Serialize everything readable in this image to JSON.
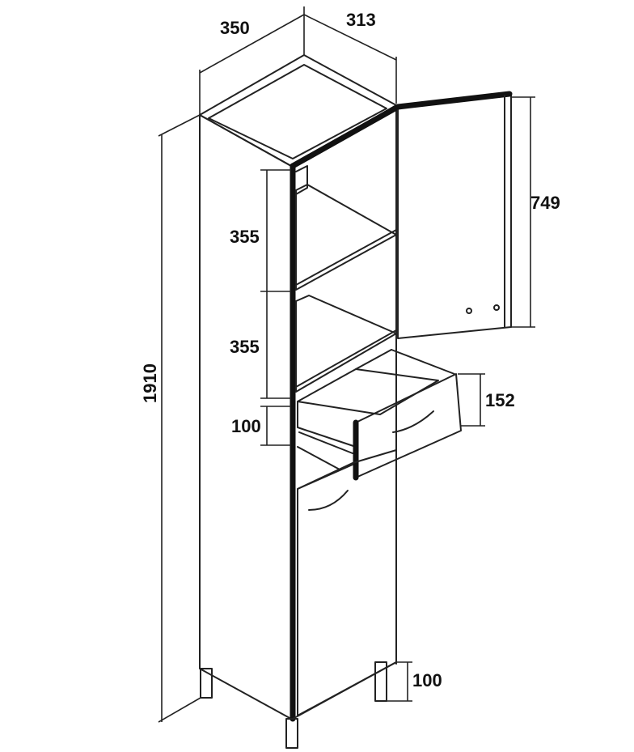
{
  "dimensions": {
    "depth": "350",
    "width": "313",
    "height": "1910",
    "shelf_upper": "355",
    "shelf_lower": "355",
    "drawer_gap": "100",
    "door_height": "749",
    "drawer_front": "152",
    "leg_height": "100"
  },
  "colors": {
    "line": "#111111",
    "background": "#ffffff"
  }
}
